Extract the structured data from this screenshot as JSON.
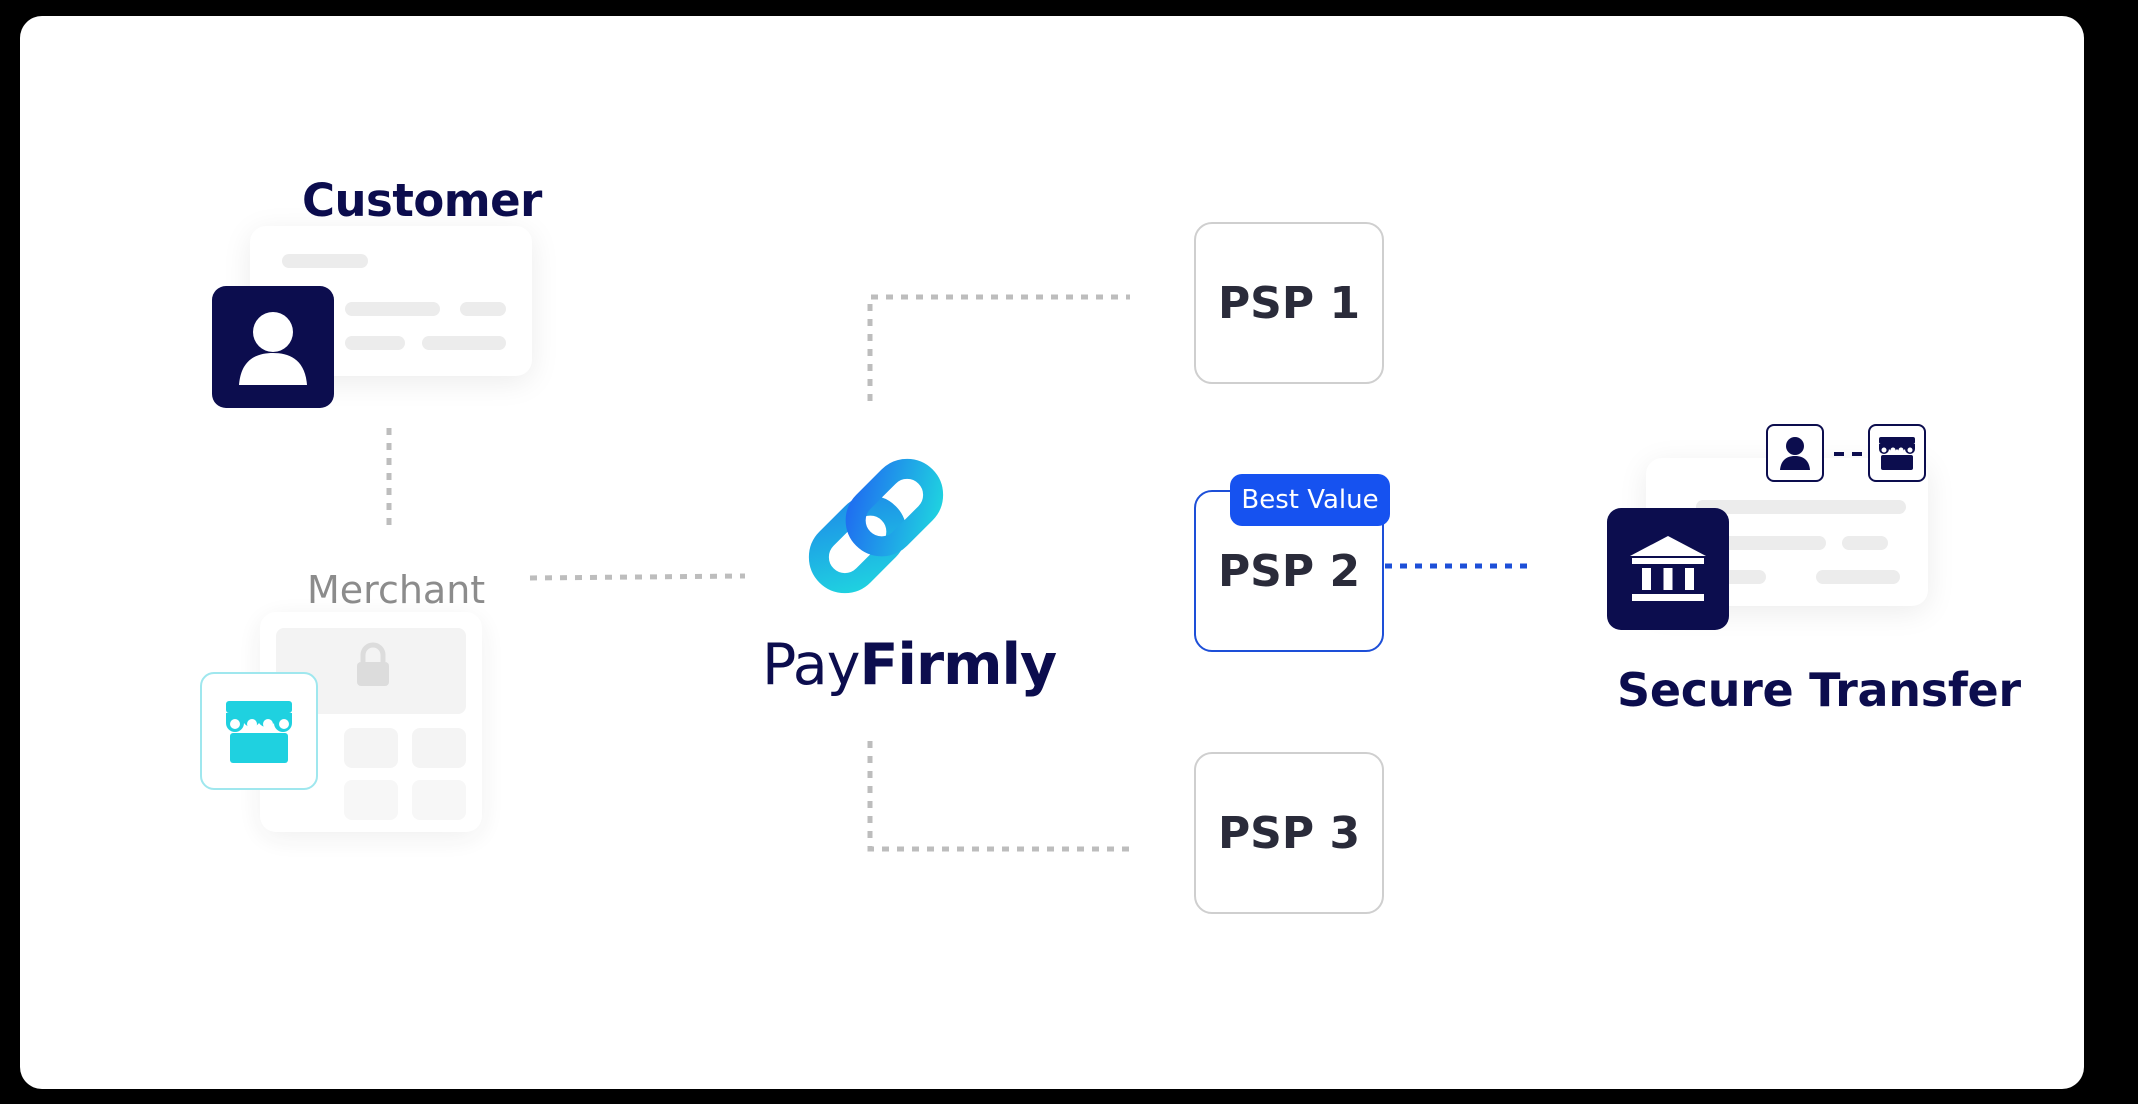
{
  "nodes": {
    "customer": "Customer",
    "merchant": "Merchant",
    "secure_transfer": "Secure Transfer"
  },
  "brand": {
    "prefix": "Pay",
    "suffix": "Firmly"
  },
  "psps": [
    {
      "label": "PSP 1"
    },
    {
      "label": "PSP 2"
    },
    {
      "label": "PSP 3"
    }
  ],
  "badge": "Best Value",
  "icons": [
    "user-icon",
    "lock-icon",
    "storefront-icon",
    "chain-link-icon",
    "bank-icon"
  ],
  "colors": {
    "navy": "#0c0d4e",
    "accent_blue": "#1652f0",
    "cyan": "#1fd1e0",
    "connector_gray": "#bdbdbd"
  }
}
